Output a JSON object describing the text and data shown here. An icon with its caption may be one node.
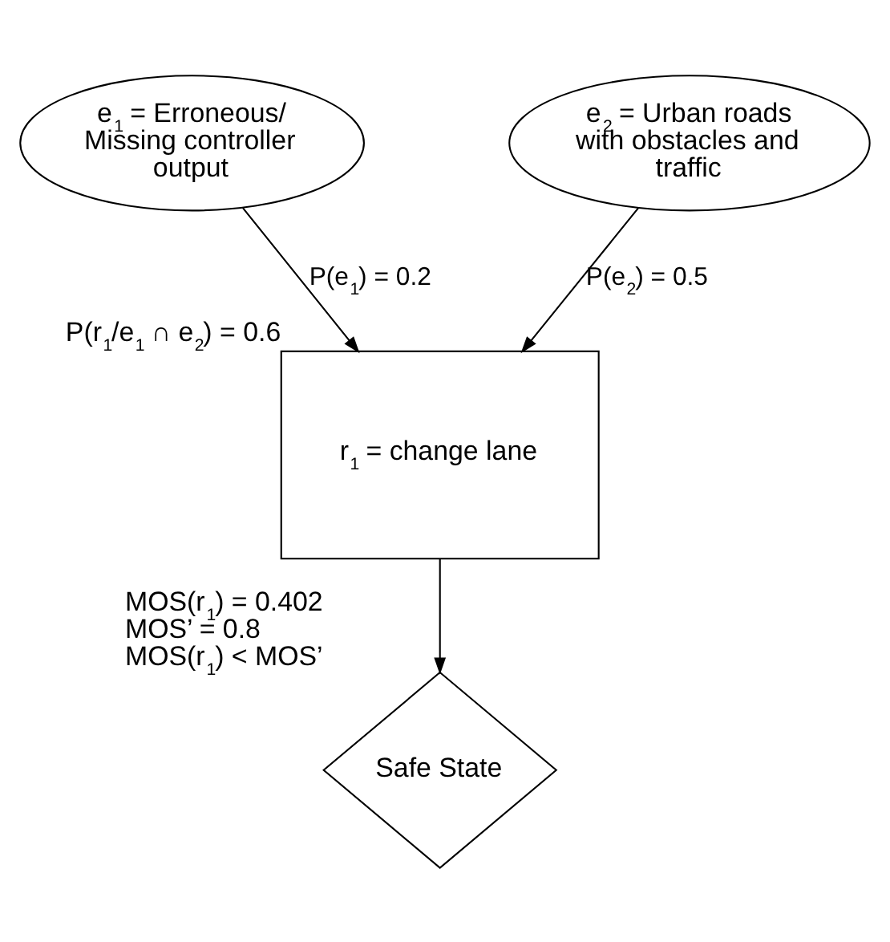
{
  "diagram": {
    "nodes": [
      {
        "text": [
          "e$_{1}$ = Erroneous/ Missing controller output"
        ]
      },
      {
        "text": [
          "e$_{2}$ = Urban roads with obstacles and traffic"
        ]
      },
      {
        "text": [
          "r$_{1}$ = change lane"
        ],
        "beside": [
          "P(r$_{1}$/e$_{1}$ ∩ e$_{2}$) = 0.6"
        ]
      },
      {
        "text": [
          "Safe State"
        ],
        "beside": [
          "MOS(r$_{1}$) = 0.402",
          "MOS’ = 0.8",
          "MOS(r$_{1}$) < MOS’"
        ]
      }
    ],
    "edges": [
      {
        "from": 0,
        "to": 2,
        "arrow": "to",
        "label": "P(e$_{1}$) = 0.2"
      },
      {
        "from": 1,
        "to": 2,
        "arrow": "to",
        "label": "P(e$_{2}$) = 0.5"
      },
      {
        "from": 2,
        "to": 3,
        "arrow": "to"
      }
    ]
  }
}
